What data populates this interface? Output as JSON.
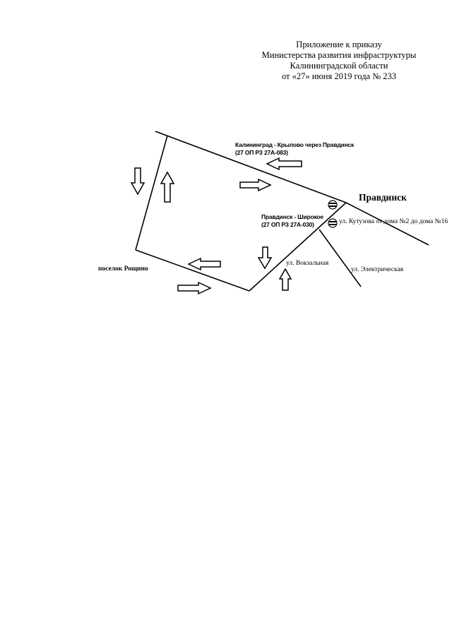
{
  "header": {
    "line1": "Приложение к приказу",
    "line2": "Министерства развития инфраструктуры",
    "line3": "Калининградской области",
    "line4": "от «27» июня 2019 года № 233"
  },
  "map": {
    "road_main": {
      "name": "Калининград - Крылово через Правдинск",
      "code": "(27 ОП РЗ 27А-083)"
    },
    "road_secondary": {
      "name": "Правдинск - Широкое",
      "code": "(27 ОП РЗ 27А-030)"
    },
    "town": "Правдинск",
    "village": "поселок Рощино",
    "street_kutuzova": "ул. Кутузова от дома №2 до дома №16",
    "street_vokzalnaya": "ул. Вокзальная",
    "street_elektricheskaya": "ул. Электрическая",
    "icons": [
      "road-sign-icon",
      "road-sign-icon"
    ]
  }
}
